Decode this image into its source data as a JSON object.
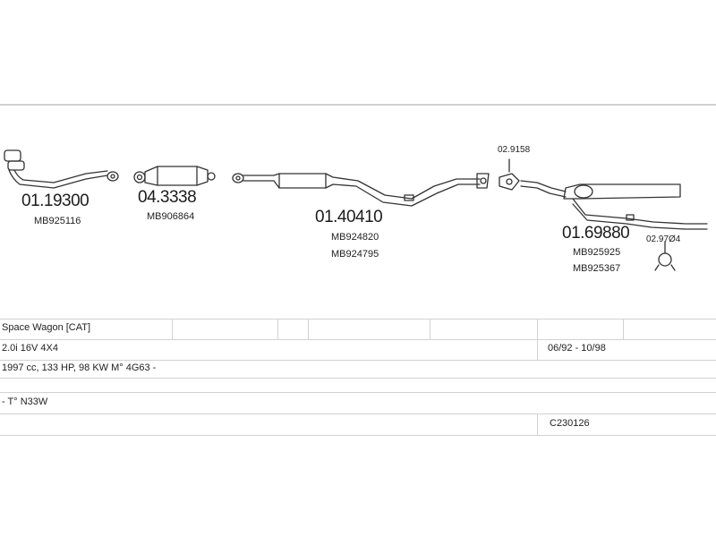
{
  "parts": [
    {
      "id": "p1",
      "code": "01.19300",
      "oem": [
        "MB925116"
      ]
    },
    {
      "id": "p2",
      "code": "04.3338",
      "oem": [
        "MB906864"
      ]
    },
    {
      "id": "p3",
      "code": "01.40410",
      "oem": [
        "MB924820",
        "MB924795"
      ]
    },
    {
      "id": "p4",
      "code": "01.69880",
      "oem": [
        "MB925925",
        "MB925367"
      ]
    }
  ],
  "fittings": [
    {
      "id": "f1",
      "code": "02.9158"
    },
    {
      "id": "f2",
      "code": "02.97Ø4"
    }
  ],
  "table": {
    "model": "Space Wagon  [CAT]",
    "engine": "2.0i 16V 4X4",
    "years": "06/92 - 10/98",
    "specs": "1997 cc, 133 HP, 98 KW M° 4G63 -",
    "type": "- T° N33W",
    "ref": "C230126"
  }
}
